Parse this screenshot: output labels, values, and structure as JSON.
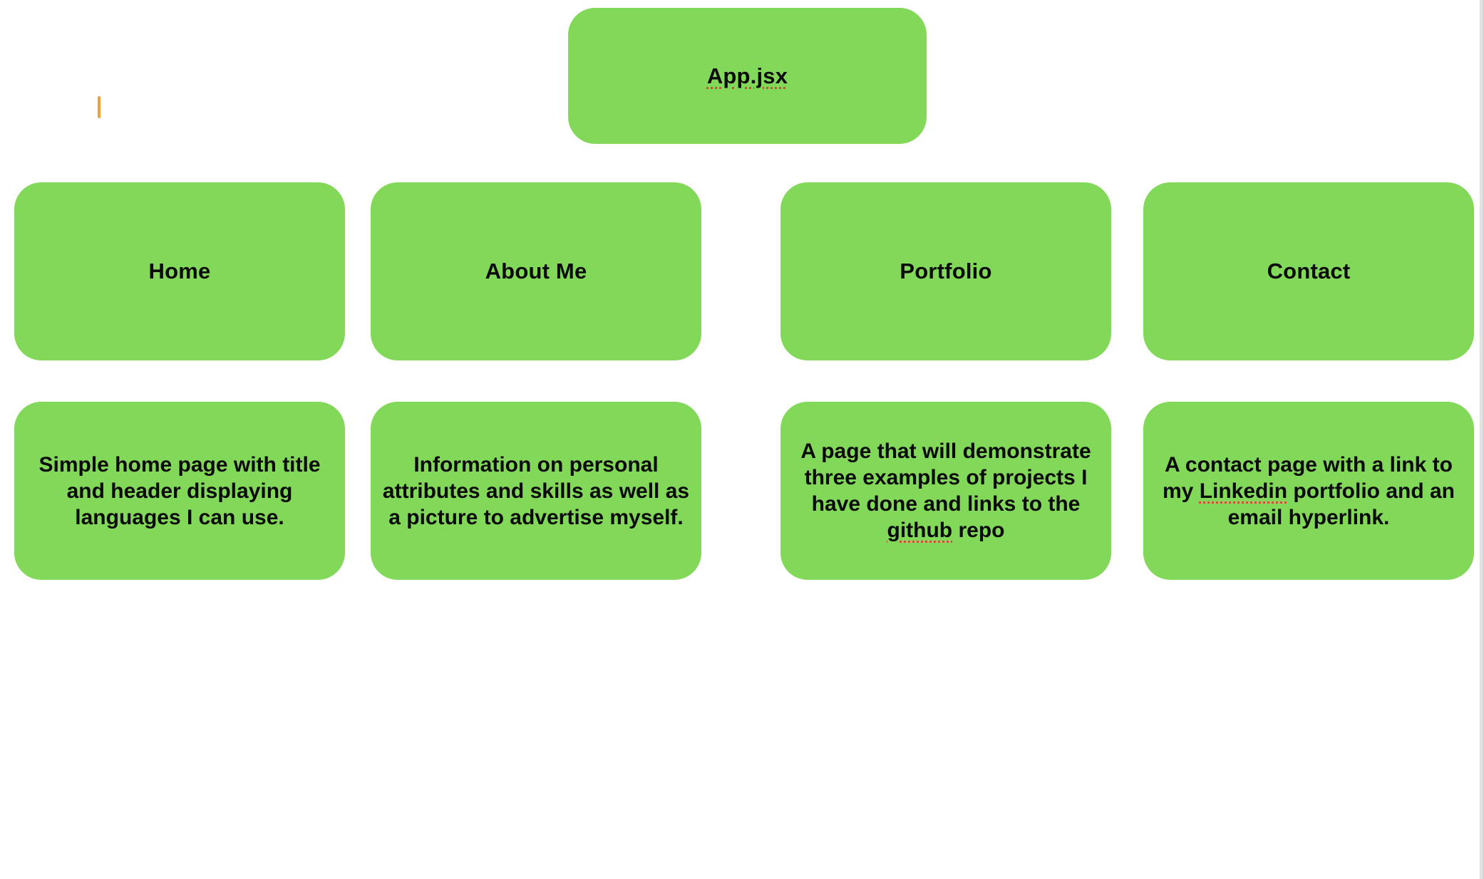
{
  "diagram": {
    "root": {
      "label_spell": "App.jsx"
    },
    "pages": [
      {
        "label": "Home",
        "description": "Simple home page with title and header displaying languages I can use."
      },
      {
        "label": "About Me",
        "description": "Information on personal attributes and skills as well as a picture to advertise myself."
      },
      {
        "label": "Portfolio",
        "description_pre": "A page that will demonstrate three examples of projects I have done and links to the ",
        "description_spell": "github",
        "description_post": " repo"
      },
      {
        "label": "Contact",
        "description_pre": "A contact page with a link to my ",
        "description_spell": "Linkedin",
        "description_post": " portfolio and an email hyperlink."
      }
    ],
    "colors": {
      "box_fill": "#82d858",
      "text": "#0a0a0a",
      "spellcheck_underline": "#d94a3a",
      "caret": "#f0a030"
    }
  }
}
